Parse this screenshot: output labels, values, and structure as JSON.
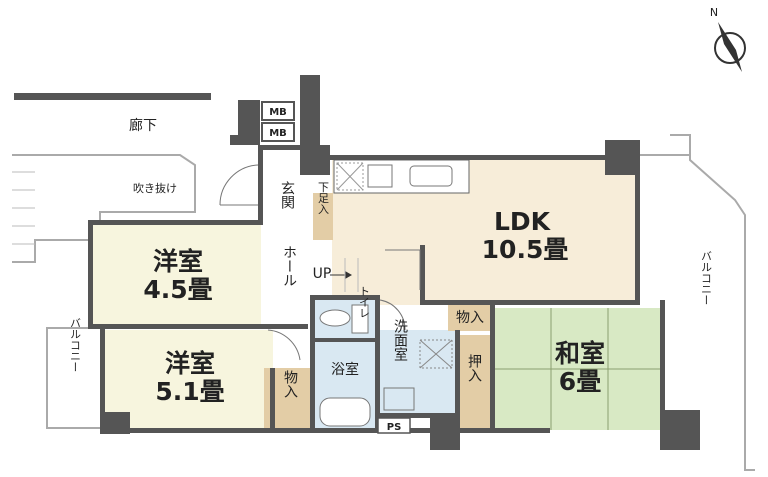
{
  "plan": {
    "corridor": "廊下",
    "atrium": "吹き抜け",
    "mb1": "MB",
    "mb2": "MB",
    "entrance": "玄関",
    "shoe_closet": "下足入",
    "ldk_name": "LDK",
    "ldk_size": "10.5畳",
    "western1_name": "洋室",
    "western1_size": "4.5畳",
    "western2_name": "洋室",
    "western2_size": "5.1畳",
    "hall": "ホール",
    "up": "UP",
    "toilet": "トイレ",
    "bath": "浴室",
    "washroom": "洗面室",
    "storage1": "物入",
    "storage2": "物入",
    "closet": "押入",
    "japanese_name": "和室",
    "japanese_size": "6畳",
    "balcony_right": "バルコニー",
    "balcony_left": "バルコニー",
    "ps": "PS",
    "compass_n": "N"
  },
  "colors": {
    "western": "#f7f5de",
    "ldk": "#f7edd9",
    "wet": "#d9e8f2",
    "storage": "#e3cda6",
    "tatami": "#d8e9c4",
    "wall": "#555555"
  }
}
